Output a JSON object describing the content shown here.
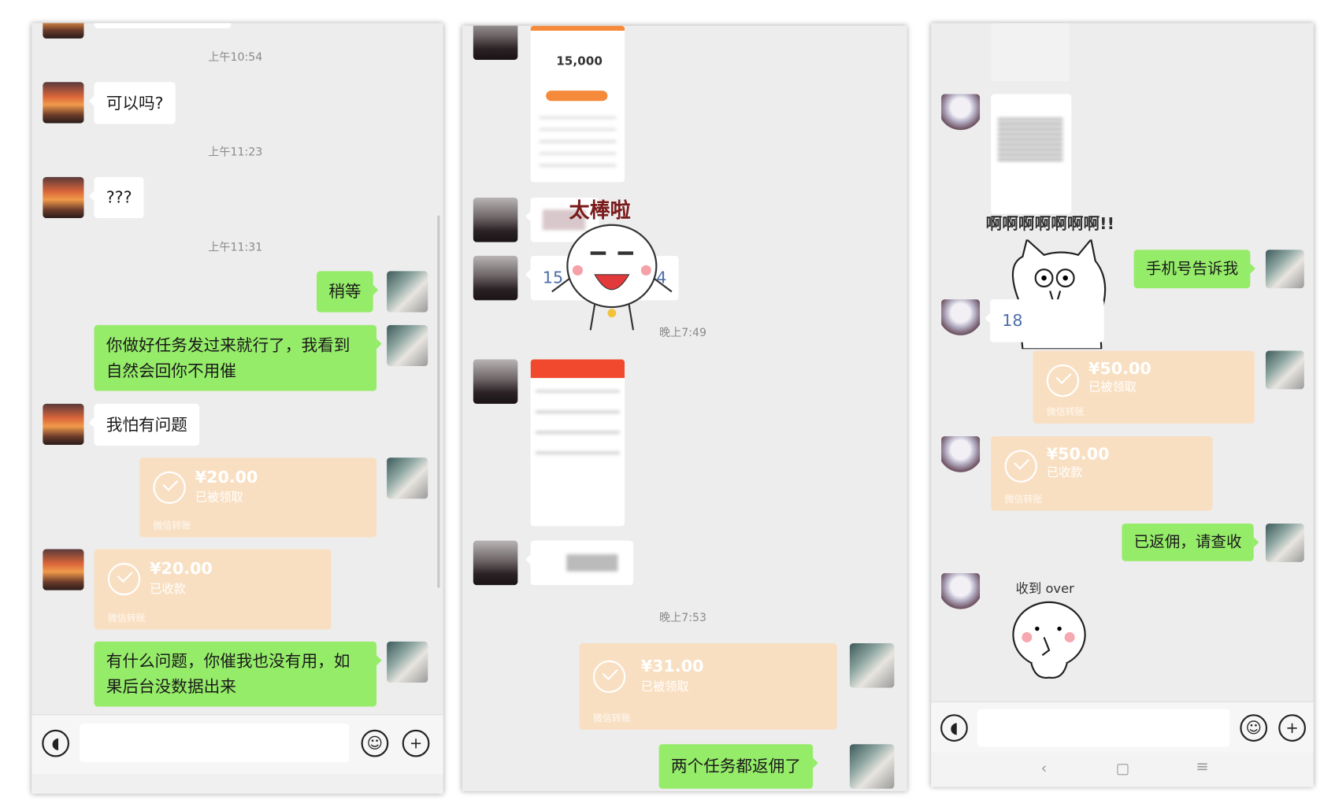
{
  "panel1": {
    "times": [
      "上午10:54",
      "上午11:23",
      "上午11:31"
    ],
    "messages": [
      "可以吗?",
      "???",
      "稍等",
      "你做好任务发过来就行了，我看到自然会回你不用催",
      "我怕有问题",
      "有什么问题，你催我也没有用，如果后台没数据出来"
    ],
    "transfers": [
      {
        "amount": "¥20.00",
        "status": "已被领取",
        "footer": "微信转账"
      },
      {
        "amount": "¥20.00",
        "status": "已收款",
        "footer": "微信转账"
      }
    ]
  },
  "panel2": {
    "times": [
      "晚上7:49",
      "晚上7:53"
    ],
    "screenshot_value": "15,000",
    "sticker_text": "太棒啦",
    "partial_numbers": [
      "15",
      "4"
    ],
    "transfer": {
      "amount": "¥31.00",
      "status": "已被领取",
      "footer": "微信转账"
    },
    "messages": [
      "两个任务都返佣了"
    ]
  },
  "panel3": {
    "sticker_text": "啊啊啊啊啊啊啊!!",
    "partial_number": "18",
    "messages": [
      "手机号告诉我",
      "已返佣，请查收"
    ],
    "transfers": [
      {
        "amount": "¥50.00",
        "status": "已被领取",
        "footer": "微信转账"
      },
      {
        "amount": "¥50.00",
        "status": "已收款",
        "footer": "微信转账"
      }
    ],
    "sticker2_text": "收到 over"
  },
  "colors": {
    "green": "#95ec69",
    "transfer": "#f9dfc2",
    "background": "#ededed"
  }
}
